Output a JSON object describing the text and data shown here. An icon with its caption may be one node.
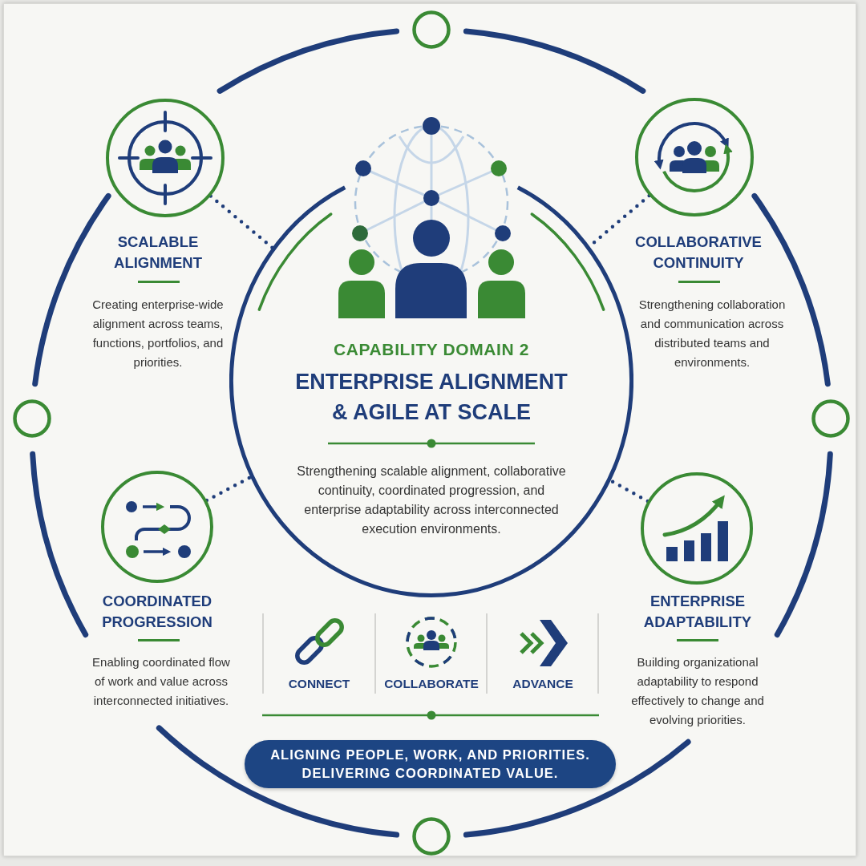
{
  "diagram": {
    "nodes": [
      {
        "text": [
          "SCALABLE ALIGNMENT",
          "Creating enterprise-wide alignment across teams, functions, portfolios, and priorities."
        ]
      },
      {
        "text": [
          "CAPABILITY DOMAIN 2",
          "ENTERPRISE ALIGNMENT & AGILE AT SCALE",
          "Strengthening scalable alignment, collaborative continuity, coordinated progression, and enterprise adaptability across interconnected execution environments."
        ]
      },
      {
        "text": [
          "COLLABORATIVE CONTINUITY",
          "Strengthening collaboration and communication across distributed teams and environments."
        ]
      },
      {
        "text": [
          "COORDINATED PROGRESSION",
          "Enabling coordinated flow of work and value across interconnected initiatives."
        ]
      },
      {
        "text": [
          "ENTERPRISE ADAPTABILITY",
          "Building organizational adaptability to respond effectively to change and evolving priorities."
        ]
      },
      {
        "text": [
          "ALIGNING PEOPLE, WORK, AND PRIORITIES. DELIVERING COORDINATED VALUE."
        ]
      }
    ],
    "edges": [
      {
        "from": 0,
        "to": 1,
        "arrow": "none",
        "style": "dashed"
      },
      {
        "from": 2,
        "to": 1,
        "arrow": "none",
        "style": "dashed"
      },
      {
        "from": 3,
        "to": 1,
        "arrow": "none",
        "style": "dashed"
      },
      {
        "from": 4,
        "to": 1,
        "arrow": "none",
        "style": "dashed"
      }
    ],
    "labels": [
      "CONNECT",
      "COLLABORATE",
      "ADVANCE"
    ]
  }
}
